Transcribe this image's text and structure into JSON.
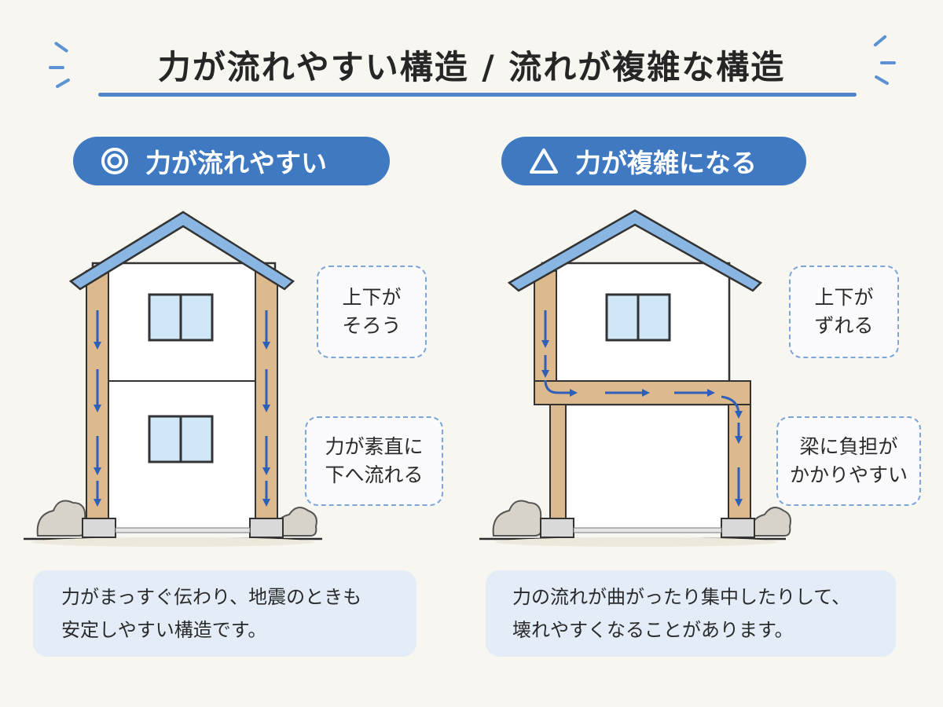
{
  "title": "力が流れやすい構造 / 流れが複雑な構造",
  "left": {
    "badge_label": "力が流れやすい",
    "badge_icon": "double-circle-icon",
    "callouts": [
      {
        "lines": [
          "上下が",
          "そろう"
        ]
      },
      {
        "lines": [
          "力が素直に",
          "下へ流れる"
        ]
      }
    ],
    "note_lines": [
      "力がまっすぐ伝わり、地震のときも",
      "安定しやすい構造です。"
    ]
  },
  "right": {
    "badge_label": "力が複雑になる",
    "badge_icon": "triangle-icon",
    "callouts": [
      {
        "lines": [
          "上下が",
          "ずれる"
        ]
      },
      {
        "lines": [
          "梁に負担が",
          "かかりやすい"
        ]
      }
    ],
    "note_lines": [
      "力の流れが曲がったり集中したりして、",
      "壊れやすくなることがあります。"
    ]
  },
  "colors": {
    "accent": "#3f79c2",
    "roof": "#8ab6e3",
    "arrow": "#2f5fb8",
    "wood": "#ddb98e",
    "note_bg": "#e3ecf7"
  }
}
